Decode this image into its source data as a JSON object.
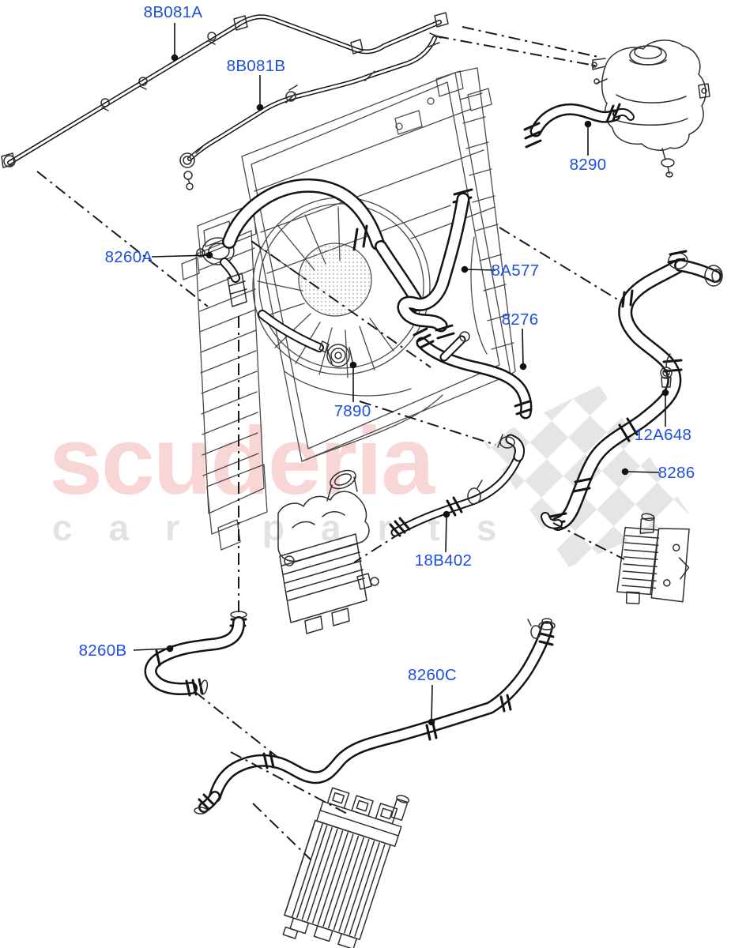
{
  "watermark": {
    "primary": "scuderia",
    "secondary": "car parts"
  },
  "colors": {
    "label_blue": "#1d4fe2",
    "watermark_pink": "#f8d6d6",
    "watermark_gray": "#e2e2e2",
    "checker_gray": "#e5e5e5",
    "line_dark": "#141414",
    "background": "#ffffff"
  },
  "labels": [
    {
      "part": "8B081A"
    },
    {
      "part": "8B081B"
    },
    {
      "part": "8290"
    },
    {
      "part": "8260A"
    },
    {
      "part": "8A577"
    },
    {
      "part": "8276"
    },
    {
      "part": "7890"
    },
    {
      "part": "12A648"
    },
    {
      "part": "8286"
    },
    {
      "part": "18B402"
    },
    {
      "part": "8260B"
    },
    {
      "part": "8260C"
    }
  ]
}
